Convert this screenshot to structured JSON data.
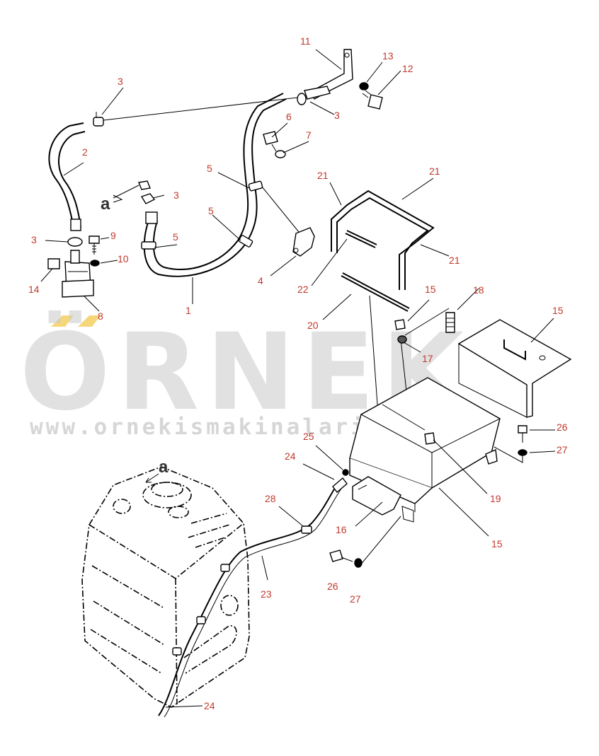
{
  "callouts": [
    {
      "id": "c1",
      "label": "1"
    },
    {
      "id": "c2",
      "label": "2"
    },
    {
      "id": "c3a",
      "label": "3"
    },
    {
      "id": "c3b",
      "label": "3"
    },
    {
      "id": "c3c",
      "label": "3"
    },
    {
      "id": "c3d",
      "label": "3"
    },
    {
      "id": "c4",
      "label": "4"
    },
    {
      "id": "c5a",
      "label": "5"
    },
    {
      "id": "c5b",
      "label": "5"
    },
    {
      "id": "c5c",
      "label": "5"
    },
    {
      "id": "c6",
      "label": "6"
    },
    {
      "id": "c7",
      "label": "7"
    },
    {
      "id": "c8",
      "label": "8"
    },
    {
      "id": "c9",
      "label": "9"
    },
    {
      "id": "c10",
      "label": "10"
    },
    {
      "id": "c11",
      "label": "11"
    },
    {
      "id": "c12",
      "label": "12"
    },
    {
      "id": "c13",
      "label": "13"
    },
    {
      "id": "c14",
      "label": "14"
    },
    {
      "id": "c15a",
      "label": "15"
    },
    {
      "id": "c15b",
      "label": "15"
    },
    {
      "id": "c15c",
      "label": "15"
    },
    {
      "id": "c16",
      "label": "16"
    },
    {
      "id": "c17",
      "label": "17"
    },
    {
      "id": "c18",
      "label": "18"
    },
    {
      "id": "c19",
      "label": "19"
    },
    {
      "id": "c20",
      "label": "20"
    },
    {
      "id": "c21a",
      "label": "21"
    },
    {
      "id": "c21b",
      "label": "21"
    },
    {
      "id": "c21c",
      "label": "21"
    },
    {
      "id": "c22",
      "label": "22"
    },
    {
      "id": "c23",
      "label": "23"
    },
    {
      "id": "c24a",
      "label": "24"
    },
    {
      "id": "c24b",
      "label": "24"
    },
    {
      "id": "c25",
      "label": "25"
    },
    {
      "id": "c26a",
      "label": "26"
    },
    {
      "id": "c26b",
      "label": "26"
    },
    {
      "id": "c27a",
      "label": "27"
    },
    {
      "id": "c27b",
      "label": "27"
    },
    {
      "id": "c28",
      "label": "28"
    }
  ],
  "reference_marks": {
    "a_upper": "a",
    "a_lower": "a"
  },
  "watermark": {
    "brand": "ÖRNEK",
    "url": "www.ornekismakinalari.com.tr",
    "accent_color": "#f5d77a"
  },
  "colors": {
    "callout": "#c0392b",
    "line": "#000000",
    "watermark": "#c9c9c9"
  }
}
